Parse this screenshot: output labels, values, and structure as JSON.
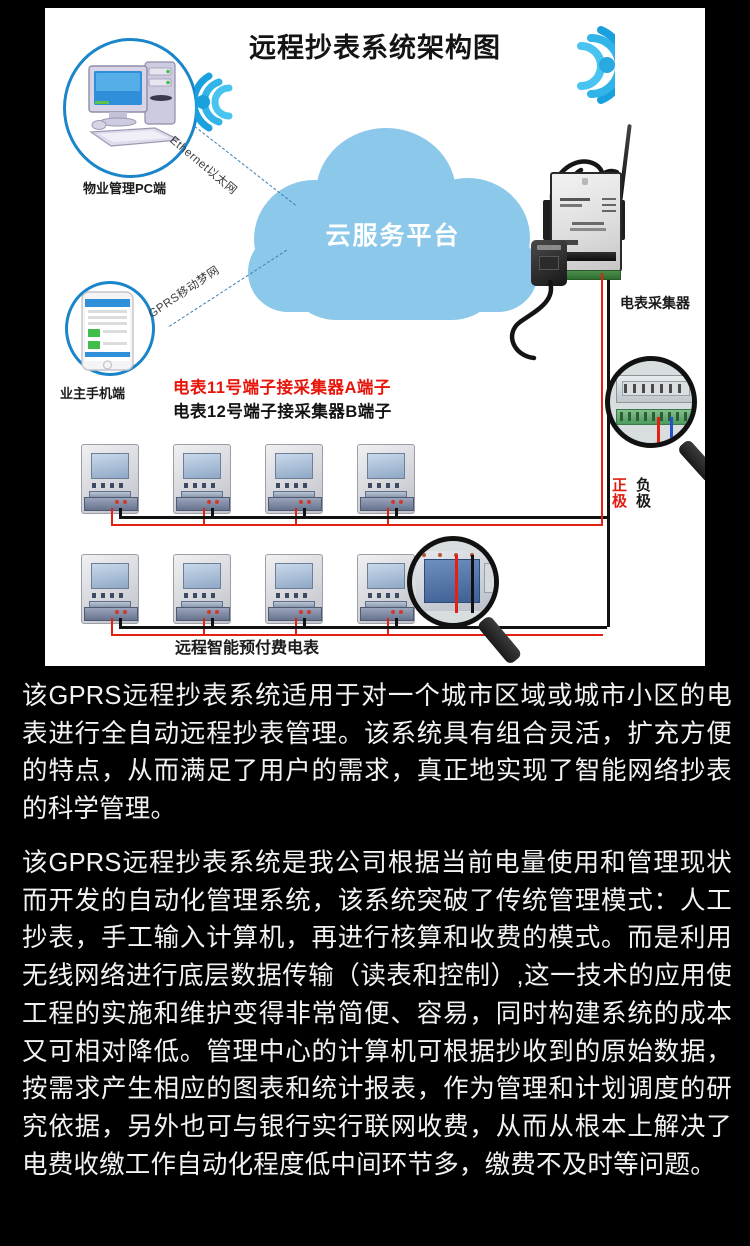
{
  "diagram": {
    "title": "远程抄表系统架构图",
    "cloud_label": "云服务平台",
    "nodes": {
      "pc": "物业管理PC端",
      "phone": "业主手机端",
      "collector": "电表采集器",
      "meters_caption": "远程智能预付费电表"
    },
    "links": {
      "ethernet": "Ethernet以太网",
      "gprs": "GPRS移动梦网"
    },
    "callouts": {
      "terminal_a": "电表11号端子接采集器A端子",
      "terminal_b": "电表12号端子接采集器B端子"
    },
    "polarity": {
      "positive": "正极",
      "negative": "负极"
    },
    "colors": {
      "cloud": "#8cc8ea",
      "ring": "#1a85c8",
      "wifi": "#1ba0de",
      "wire_positive": "#e41f13",
      "wire_negative": "#111111",
      "callout_red": "#e8150b",
      "card_background": "#ffffff",
      "page_background": "#000000",
      "body_text": "#f2f2f2"
    },
    "meter_count": 8
  },
  "description": {
    "paragraph_1": "该GPRS远程抄表系统适用于对一个城市区域或城市小区的电表进行全自动远程抄表管理。该系统具有组合灵活，扩充方便的特点，从而满足了用户的需求，真正地实现了智能网络抄表的科学管理。",
    "paragraph_2": "该GPRS远程抄表系统是我公司根据当前电量使用和管理现状而开发的自动化管理系统，该系统突破了传统管理模式：人工抄表，手工输入计算机，再进行核算和收费的模式。而是利用无线网络进行底层数据传输（读表和控制）,这一技术的应用使工程的实施和维护变得非常简便、容易，同时构建系统的成本又可相对降低。管理中心的计算机可根据抄收到的原始数据，按需求产生相应的图表和统计报表，作为管理和计划调度的研究依据，另外也可与银行实行联网收费，从而从根本上解决了电费收缴工作自动化程度低中间环节多，缴费不及时等问题。"
  }
}
